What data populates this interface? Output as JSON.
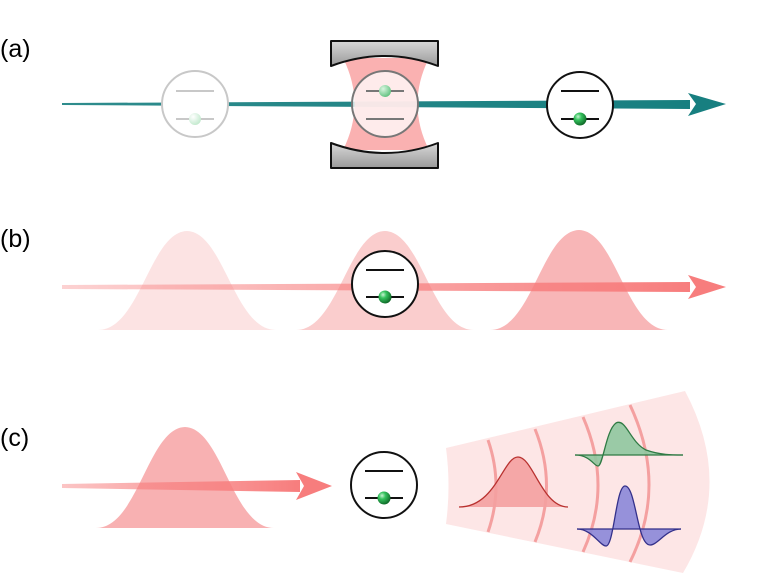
{
  "panels": {
    "a": {
      "label": "(a)"
    },
    "b": {
      "label": "(b)"
    },
    "c": {
      "label": "(c)"
    }
  },
  "colors": {
    "teal": "#177f80",
    "pulse_pink": "#f77d7d",
    "pulse_fill": "#f7a9aa",
    "pulse_fill_faint": "#fbdada",
    "cavity_light": "#f9a3a3",
    "mirror_gray": "#b8b8b8",
    "atom_green": "#14a03c",
    "green_wavepacket": "#8fc79f",
    "blue_wavepacket": "#8b87d8",
    "wavefront_bg": "#fde6e6",
    "wavefront_line": "#f4a0a0",
    "dark_red_outline": "#b8312f",
    "dark_green_outline": "#2f7a44",
    "dark_blue_outline": "#33308a"
  },
  "icons": {
    "atom": "two-level-atom-icon",
    "ground_state_ball": "green-sphere-icon",
    "mirror": "cavity-mirror-icon",
    "arrow": "arrow-icon",
    "pulse": "gaussian-pulse-icon",
    "wavefront": "spherical-wavefront-icon"
  }
}
